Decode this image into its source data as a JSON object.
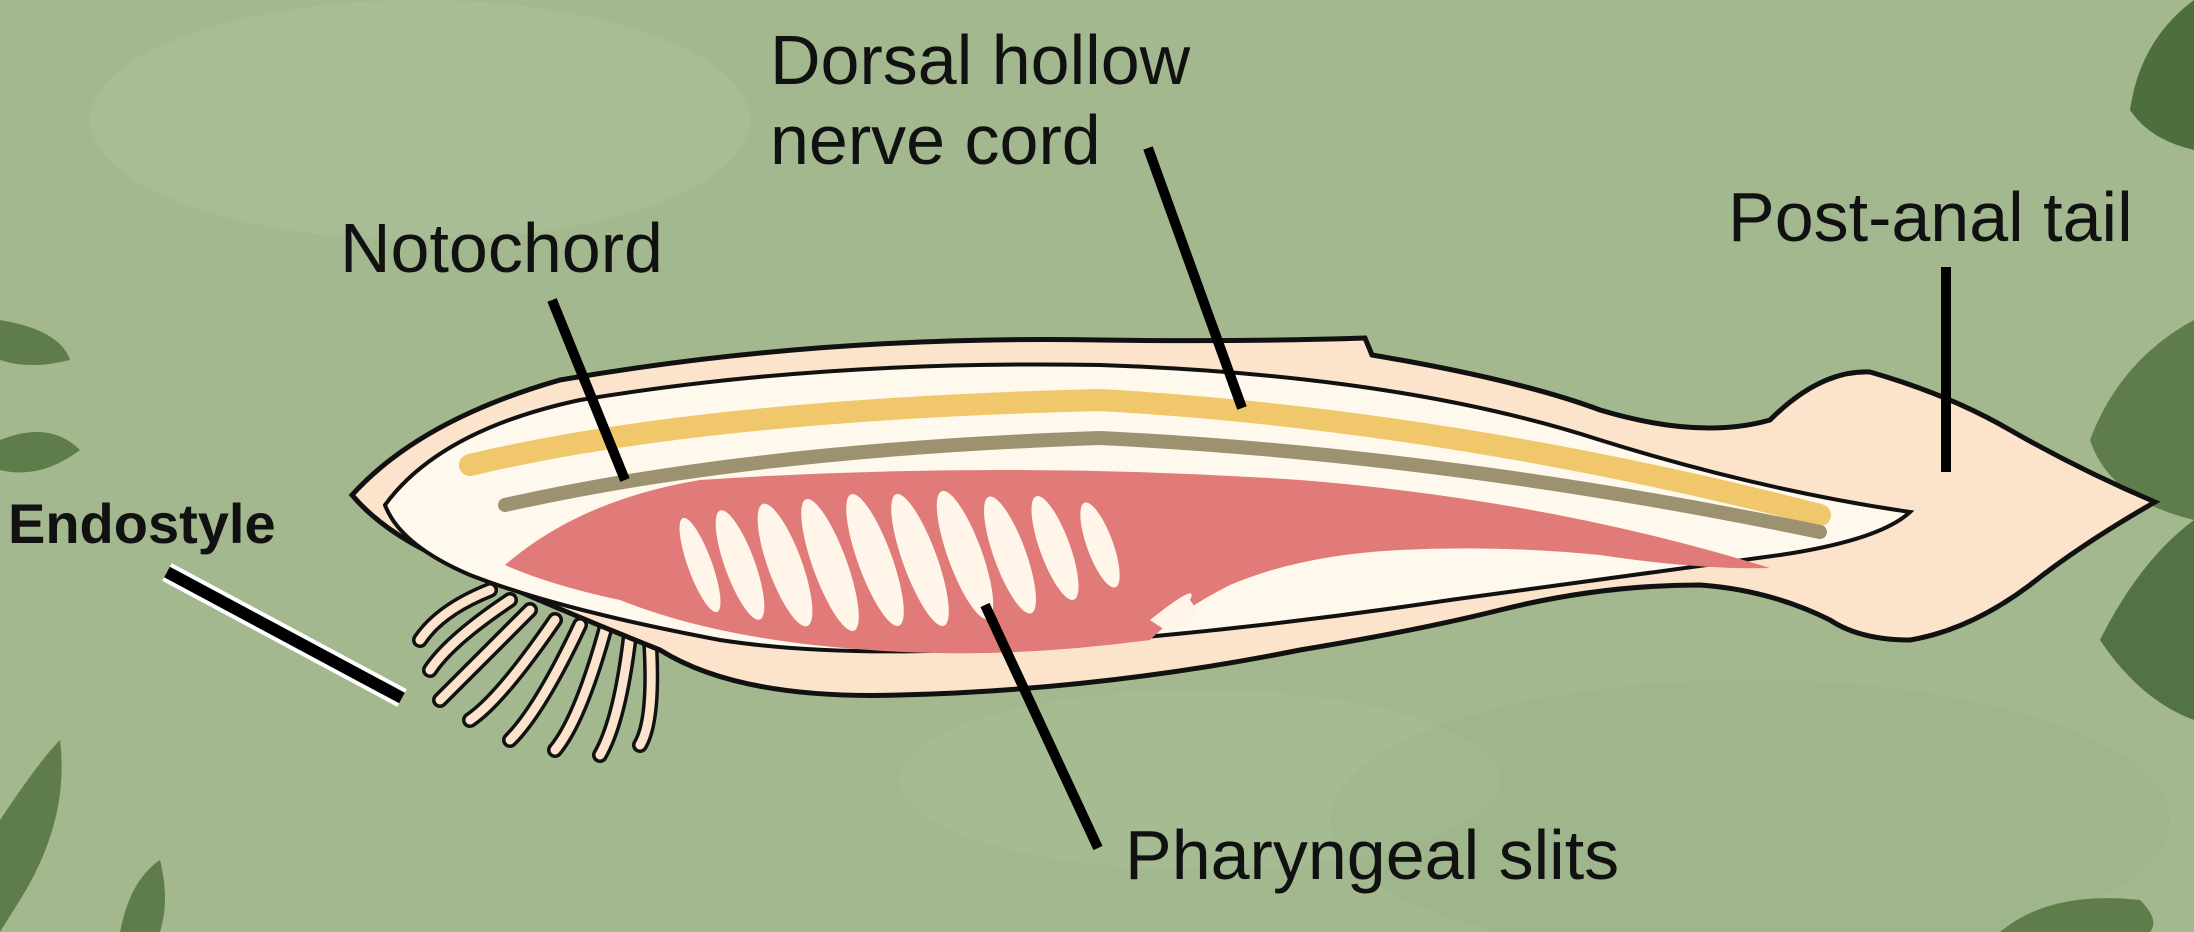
{
  "labels": {
    "dorsal_line1": "Dorsal hollow",
    "dorsal_line2": "nerve cord",
    "notochord": "Notochord",
    "post_anal_tail": "Post-anal tail",
    "endostyle": "Endostyle",
    "pharyngeal_slits": "Pharyngeal slits"
  },
  "colors": {
    "background": "#a3b88f",
    "body_outline": "#fbe3cc",
    "body_inner": "#fff8ec",
    "nerve_cord": "#f0c76a",
    "notochord": "#9c9270",
    "pharynx": "#e07b79",
    "slits": "#fff5e8",
    "leaves": "#5f7d4a",
    "leader_lines": "#000000"
  },
  "icons": [
    "leaf-icon"
  ]
}
